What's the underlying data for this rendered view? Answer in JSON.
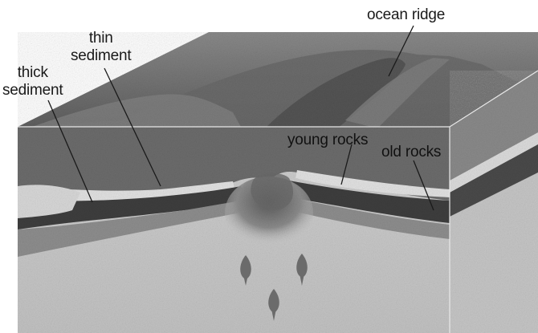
{
  "labels": {
    "ocean_ridge": "ocean ridge",
    "thin_sediment": [
      "thin",
      "sediment"
    ],
    "thick_sediment": [
      "thick",
      "sediment"
    ],
    "young_rocks": "young rocks",
    "old_rocks": "old rocks"
  },
  "colors": {
    "ink": "#1a1a1a",
    "block_top": "#6f6f6f",
    "block_side": "#7a7a7a",
    "mantle": "#c9c9c9",
    "sediment_light": "#dcdcdc",
    "crust_dark": "#3f3f3f"
  },
  "magma_drops": 3
}
